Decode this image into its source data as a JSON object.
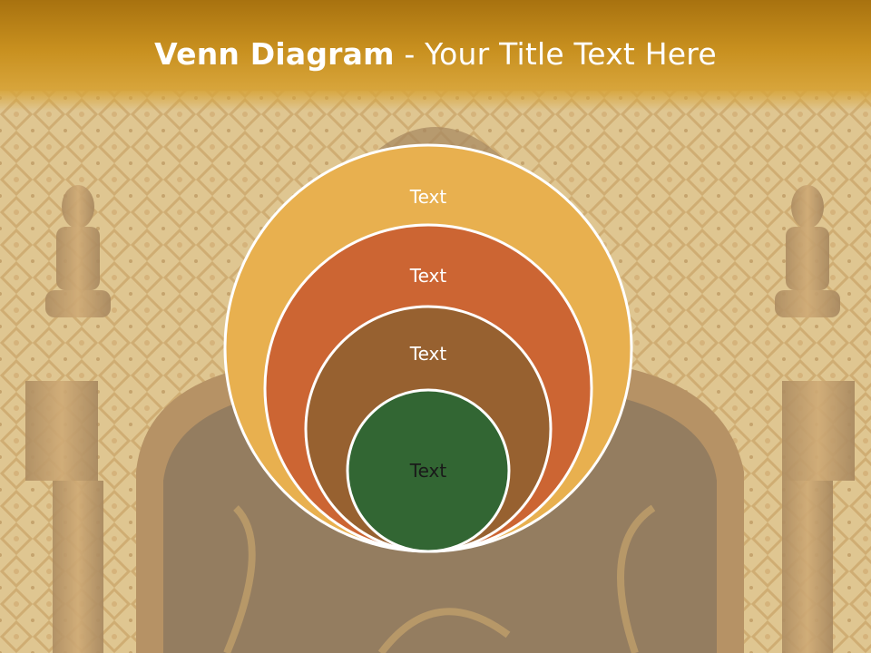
{
  "title": {
    "main": "Venn Diagram",
    "rest": " - Your Title Text Here"
  },
  "diagram": {
    "circles": [
      {
        "label": "Text",
        "fill": "#e8b04f",
        "text_color": "#ffffff"
      },
      {
        "label": "Text",
        "fill": "#cc6533",
        "text_color": "#ffffff"
      },
      {
        "label": "Text",
        "fill": "#976130",
        "text_color": "#ffffff"
      },
      {
        "label": "Text",
        "fill": "#326633",
        "text_color": "#1a1a1a"
      }
    ]
  },
  "colors": {
    "header": "#c8901f",
    "circle_stroke": "#ffffff"
  }
}
